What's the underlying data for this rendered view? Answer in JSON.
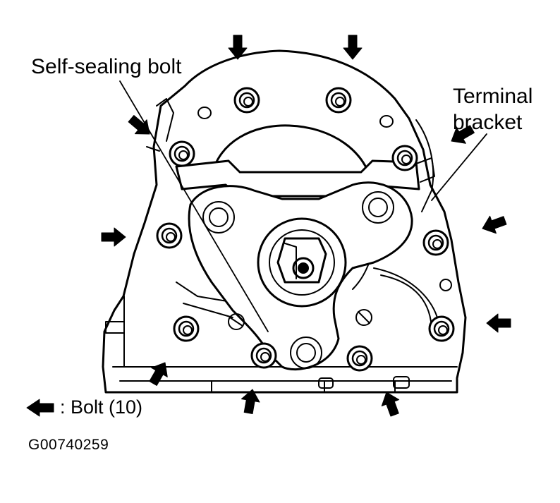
{
  "labels": {
    "self_sealing_bolt": "Self-sealing bolt",
    "terminal_bracket_line1": "Terminal",
    "terminal_bracket_line2": "bracket",
    "legend_text": ": Bolt (10)",
    "figure_code": "G00740259"
  },
  "icons": {
    "bolt_arrow": "bolt-arrow-icon",
    "bolt": "bolt-icon"
  },
  "colors": {
    "ink": "#000000",
    "background": "#ffffff"
  }
}
